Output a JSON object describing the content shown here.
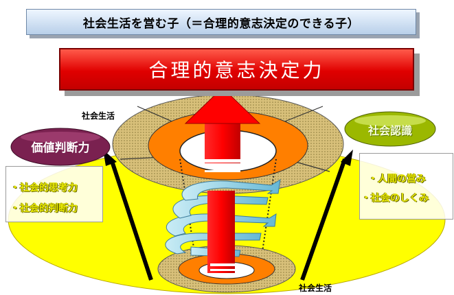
{
  "banner": {
    "text": "社会生活を営む子（＝合理的意志決定のできる子）"
  },
  "core": {
    "text": "合理的意志決定力"
  },
  "labels": {
    "top": "社会生活",
    "bottom": "社会生活"
  },
  "value_judgment": {
    "title": "価値判断力",
    "items": [
      "・社会的思考力",
      "・社会的判断力"
    ]
  },
  "social_recognition": {
    "title": "社会認識",
    "items": [
      "・人間の営み",
      "・社会のしくみ"
    ]
  },
  "colors": {
    "yellow": "#ffff00",
    "red": "#ff0000",
    "orange": "#ff7f00",
    "purple": "#7a2150",
    "olive": "#9bb800",
    "banner_blue": "#c9dcf0"
  }
}
